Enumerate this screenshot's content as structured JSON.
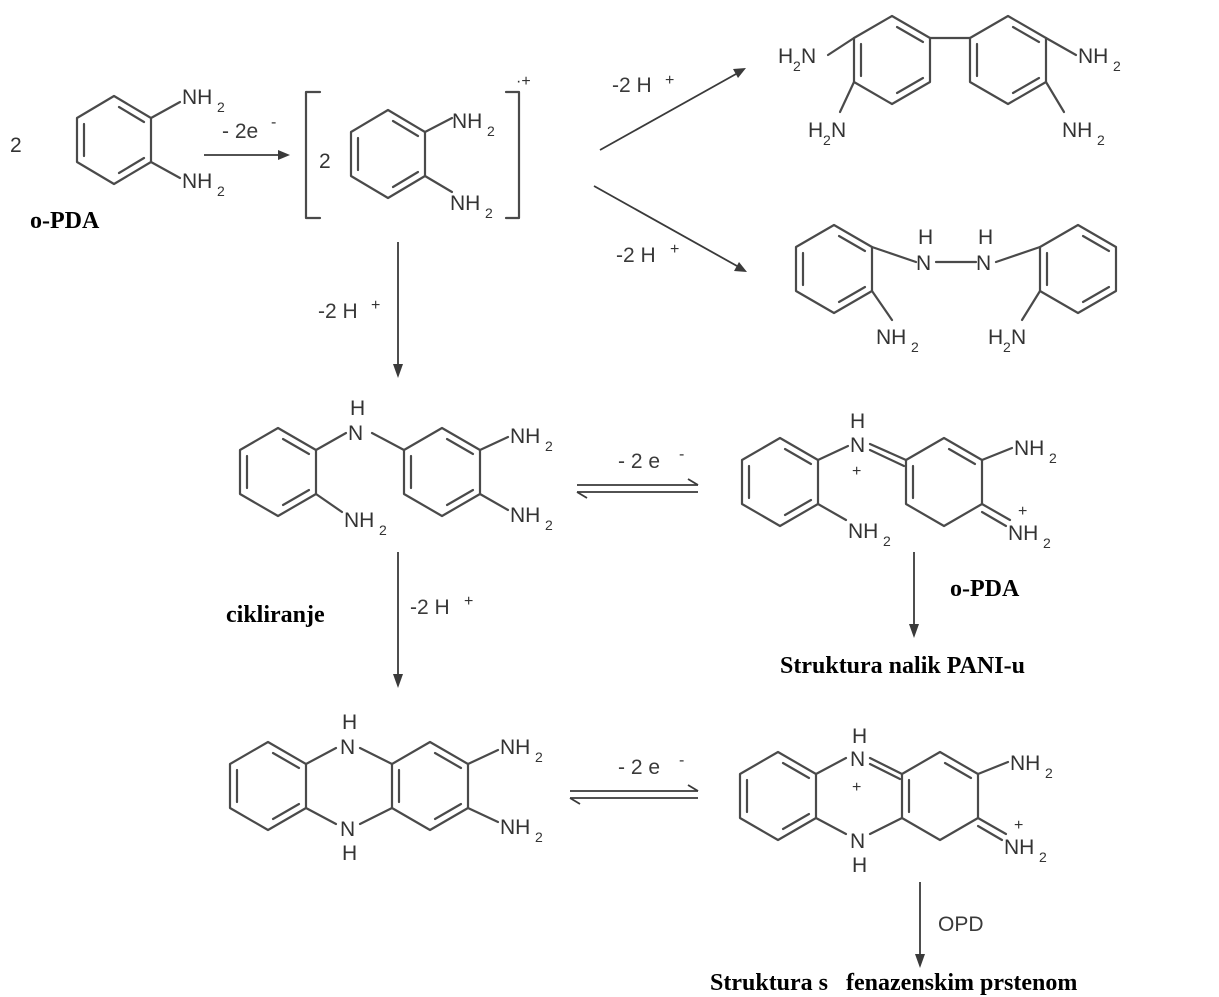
{
  "labels": {
    "opda_start": "o-PDA",
    "opda_right": "o-PDA",
    "cikliranje": "cikliranje",
    "pani": "Struktura nalik PANI-u",
    "fenazen": "Struktura s   fenazenskim prstenom"
  },
  "conditions": {
    "ox1": "- 2e",
    "h_top_right": "-2 H",
    "h_right": "-2 H",
    "h_down": "-2 H",
    "ox2": "- 2 e",
    "h_cycl": "-2 H",
    "ox3": "- 2 e",
    "opd": "OPD"
  },
  "atoms": {
    "nh": "NH",
    "hn": "HN",
    "h2n": "H",
    "n": "N",
    "h": "H",
    "two": "2",
    "sub2": "2",
    "plus": "+",
    "minus": "-",
    "radical": "·+"
  }
}
